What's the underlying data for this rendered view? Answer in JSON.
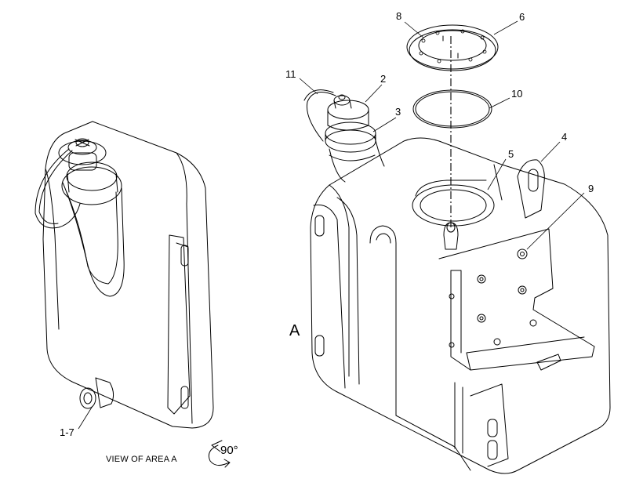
{
  "callouts": {
    "c8": "8",
    "c6": "6",
    "c11": "11",
    "c2": "2",
    "c3": "3",
    "c10": "10",
    "c4": "4",
    "c5": "5",
    "c9": "9",
    "c1_7": "1-7"
  },
  "area_marker": "A",
  "view_label": "VIEW OF AREA  A",
  "rotation_label": "90°"
}
